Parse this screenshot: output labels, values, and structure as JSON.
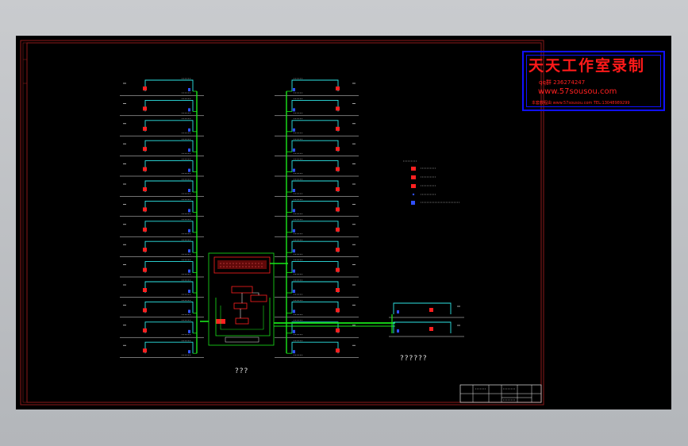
{
  "watermark": {
    "title": "天天工作室录制",
    "qq": "qq群 236274247",
    "url": "www.57sousou.com",
    "contact": "本套教程由 www.57sousou.com  TEL:13048989299"
  },
  "labels": {
    "main_title": "???",
    "side_title": "??????"
  },
  "colors": {
    "background": "#000000",
    "frame": "#8b1a1a",
    "wire_cyan": "#2ee6e6",
    "wire_green": "#19e619",
    "device_red": "#ff2020",
    "wire_blue": "#3050ff",
    "text_white": "#e6e6e6"
  }
}
